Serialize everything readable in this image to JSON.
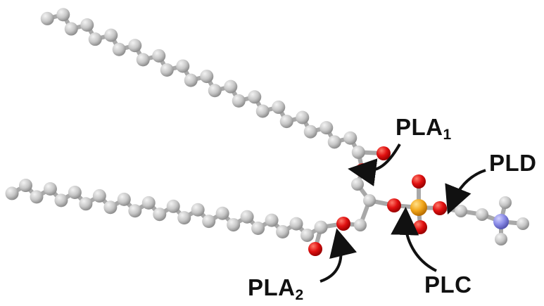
{
  "labels": {
    "pla1": {
      "text": "PLA",
      "sub": "1"
    },
    "pla2": {
      "text": "PLA",
      "sub": "2"
    },
    "plc": {
      "text": "PLC"
    },
    "pld": {
      "text": "PLD"
    }
  },
  "colors": {
    "carbon": "#c4c4c4",
    "bond": "#a8a8a8",
    "oxygen": "#e01010",
    "phosphorus": "#f2a71b",
    "nitrogen": "#8b8ce8",
    "arrow": "#111111"
  }
}
